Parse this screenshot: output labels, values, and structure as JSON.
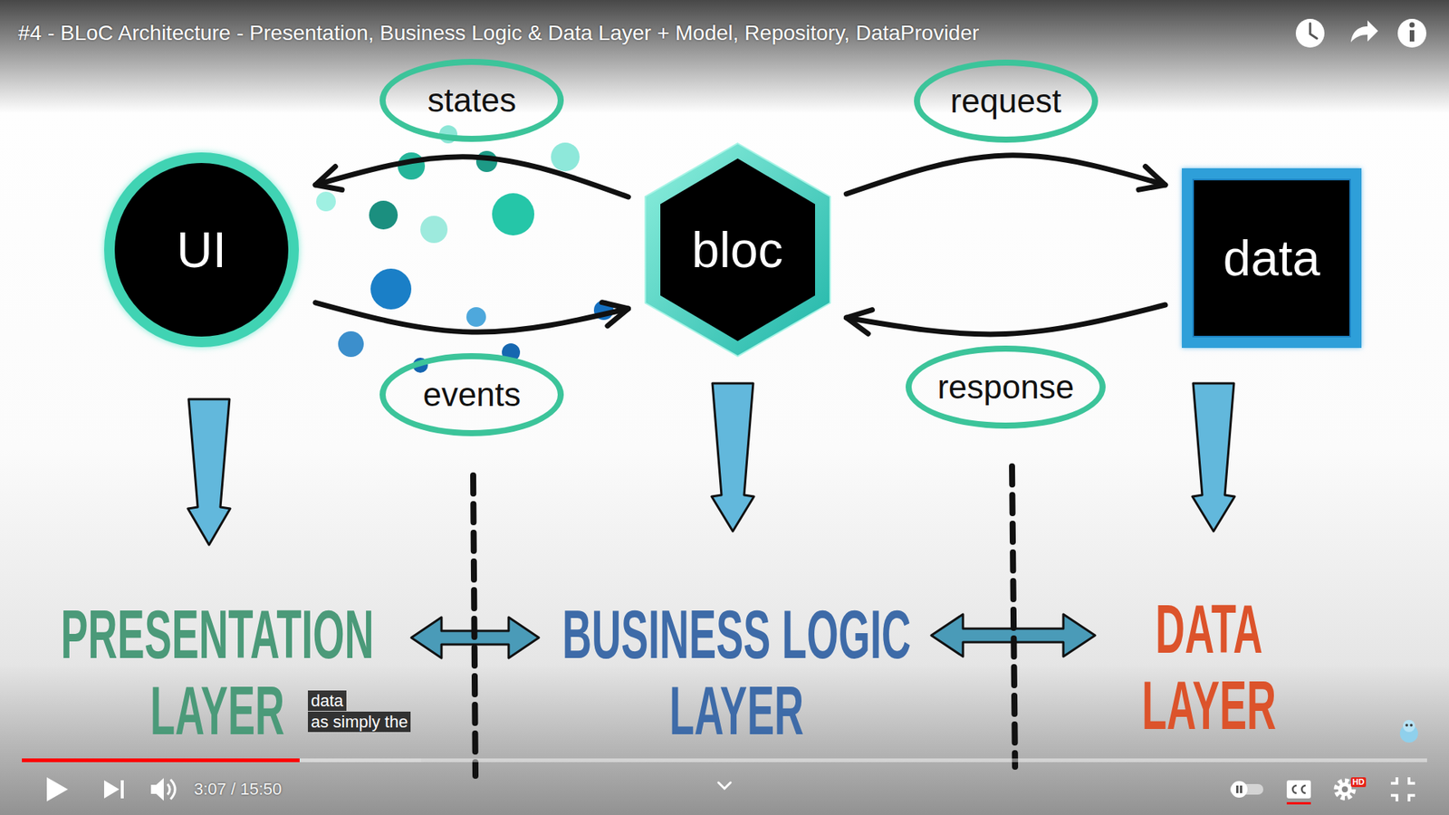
{
  "diagram": {
    "title": "#4 - BLoC Architecture - Presentation, Business Logic & Data Layer + Model, Repository, DataProvider",
    "nodes": [
      {
        "text": [
          "UI"
        ]
      },
      {
        "text": [
          "bloc"
        ]
      },
      {
        "text": [
          "data"
        ]
      }
    ],
    "edges": [
      {
        "from": 1,
        "to": 0,
        "label": "states",
        "arrow": "to"
      },
      {
        "from": 0,
        "to": 1,
        "label": "events",
        "arrow": "to"
      },
      {
        "from": 1,
        "to": 2,
        "label": "request",
        "arrow": "to"
      },
      {
        "from": 2,
        "to": 1,
        "label": "response",
        "arrow": "to"
      }
    ],
    "labels": [
      "PRESENTATION LAYER",
      "BUSINESS LOGIC LAYER",
      "DATA LAYER",
      "data",
      "as simply the",
      "3:07 / 15:50",
      "HD"
    ]
  }
}
